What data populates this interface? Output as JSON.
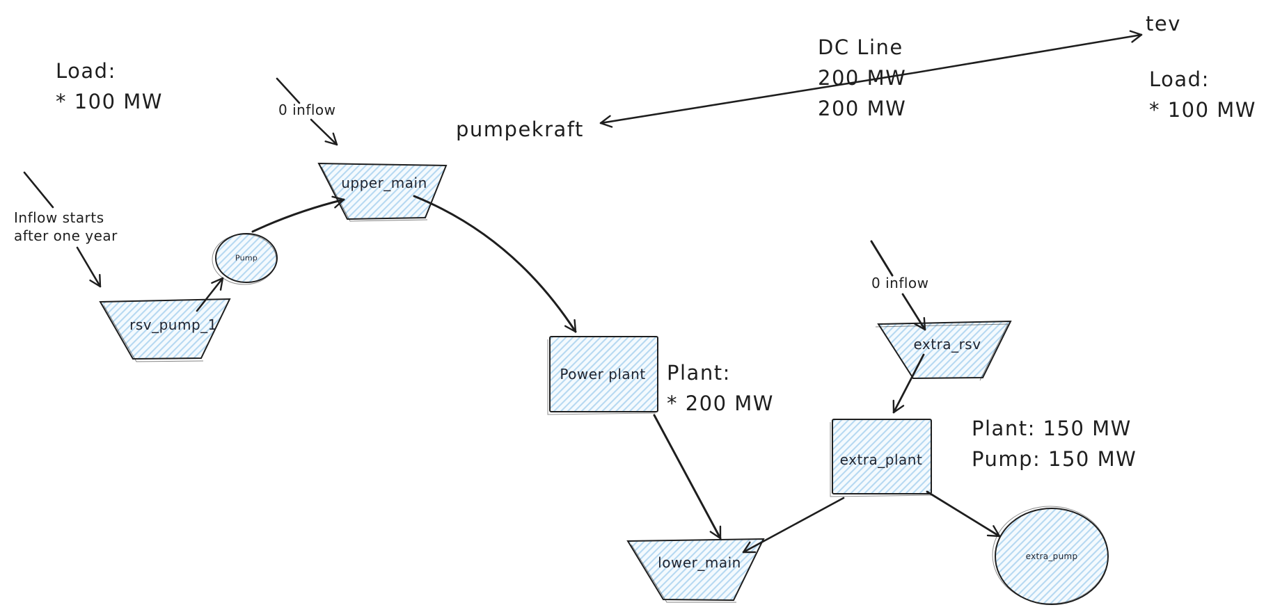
{
  "canvas": {
    "background": "#ffffff",
    "ink_color": "#1e1e1e",
    "shape_fill_base": "#f2f9fe",
    "shape_hatch_color": "#b5d8f1"
  },
  "nodes": {
    "upper_main": {
      "label": "upper_main",
      "shape": "reservoir-trapezoid"
    },
    "rsv_pump_1": {
      "label": "rsv_pump_1",
      "shape": "reservoir-trapezoid"
    },
    "pump": {
      "label": "Pump",
      "shape": "circle"
    },
    "power_plant": {
      "label": "Power plant",
      "shape": "rectangle"
    },
    "extra_rsv": {
      "label": "extra_rsv",
      "shape": "reservoir-trapezoid"
    },
    "extra_plant": {
      "label": "extra_plant",
      "shape": "rectangle"
    },
    "lower_main": {
      "label": "lower_main",
      "shape": "reservoir-trapezoid"
    },
    "extra_pump": {
      "label": "extra_pump",
      "shape": "circle"
    }
  },
  "annotations": {
    "load_left": {
      "line1": "Load:",
      "line2": "* 100 MW"
    },
    "inflow_starts": {
      "line1": "Inflow starts",
      "line2": "after one year"
    },
    "zero_inflow_left": {
      "text": "0 inflow"
    },
    "pumpekraft": {
      "text": "pumpekraft"
    },
    "dc_line": {
      "line1": "DC Line",
      "line2": "200 MW",
      "line3": "200 MW"
    },
    "tev": {
      "text": "tev"
    },
    "load_right": {
      "line1": "Load:",
      "line2": "* 100 MW"
    },
    "plant_200": {
      "line1": "Plant:",
      "line2": "* 200 MW"
    },
    "zero_inflow_right": {
      "text": "0 inflow"
    },
    "plant_pump_150": {
      "line1": "Plant: 150 MW",
      "line2": "Pump: 150 MW"
    }
  }
}
